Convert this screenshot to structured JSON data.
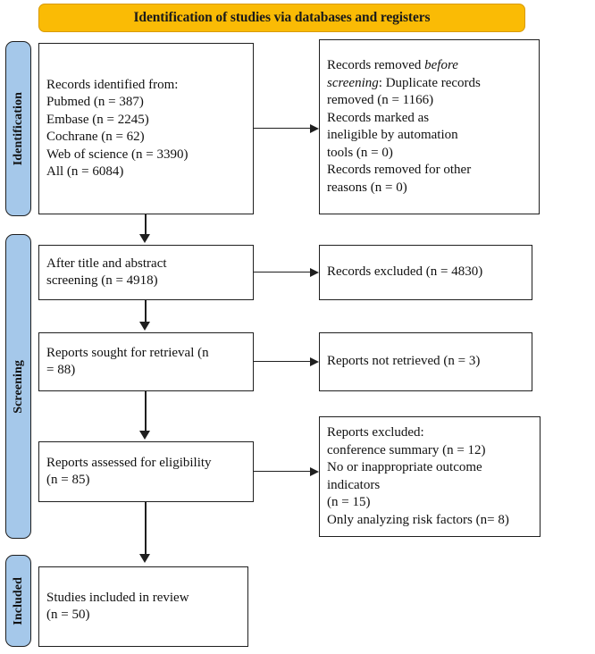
{
  "banner": {
    "title": "Identification of studies via databases and registers"
  },
  "rails": [
    {
      "id": "identification",
      "label": "Identification"
    },
    {
      "id": "screening",
      "label": "Screening"
    },
    {
      "id": "included",
      "label": "Included"
    }
  ],
  "boxes": {
    "identified": {
      "text": "Records identified from:\n    Pubmed (n = 387)\n    Embase (n = 2245)\n    Cochrane (n = 62)\n    Web of science (n = 3390)\n    All (n = 6084)"
    },
    "removed": {
      "line1_prefix": "Records removed ",
      "line1_italic": "before",
      "line2_italic": "screening",
      "line2_suffix": ":",
      "rest": "    Duplicate records\n    removed (n = 1166)\n    Records marked as\n    ineligible by automation\n    tools (n = 0)\n    Records removed for other\n    reasons (n = 0)"
    },
    "after_screening": {
      "text": "After title and abstract\nscreening (n = 4918)"
    },
    "records_excluded": {
      "text": "Records excluded (n = 4830)"
    },
    "reports_sought": {
      "text": "Reports sought for retrieval (n\n= 88)"
    },
    "not_retrieved": {
      "text": "Reports not retrieved (n = 3)"
    },
    "assessed": {
      "text": "Reports assessed for eligibility\n(n = 85)"
    },
    "reports_excluded": {
      "text": "Reports excluded:\nconference summary (n = 12)\nNo or inappropriate outcome indicators\n(n = 15)\nOnly analyzing risk factors  (n= 8)"
    },
    "included": {
      "text": "Studies included in review\n(n = 50)"
    }
  },
  "colors": {
    "banner_fill": "#FABB05",
    "rail_fill": "#A5C8EA",
    "box_border": "#1F1F1F",
    "text": "#111111"
  },
  "chart_data": {
    "type": "diagram",
    "title": "Identification of studies via databases and registers",
    "flow": "PRISMA 2020 flow diagram",
    "stages": [
      {
        "stage": "Identification",
        "nodes": [
          {
            "name": "Records identified from databases",
            "sources": [
              {
                "database": "Pubmed",
                "n": 387
              },
              {
                "database": "Embase",
                "n": 2245
              },
              {
                "database": "Cochrane",
                "n": 62
              },
              {
                "database": "Web of science",
                "n": 3390
              },
              {
                "database": "All",
                "n": 6084
              }
            ]
          },
          {
            "name": "Records removed before screening",
            "reasons": [
              {
                "reason": "Duplicate records removed",
                "n": 1166
              },
              {
                "reason": "Records marked as ineligible by automation tools",
                "n": 0
              },
              {
                "reason": "Records removed for other reasons",
                "n": 0
              }
            ]
          }
        ]
      },
      {
        "stage": "Screening",
        "nodes": [
          {
            "name": "After title and abstract screening",
            "n": 4918
          },
          {
            "name": "Records excluded",
            "n": 4830
          },
          {
            "name": "Reports sought for retrieval",
            "n": 88
          },
          {
            "name": "Reports not retrieved",
            "n": 3
          },
          {
            "name": "Reports assessed for eligibility",
            "n": 85
          },
          {
            "name": "Reports excluded",
            "reasons": [
              {
                "reason": "conference summary",
                "n": 12
              },
              {
                "reason": "No or inappropriate outcome indicators",
                "n": 15
              },
              {
                "reason": "Only analyzing risk factors",
                "n": 8
              }
            ]
          }
        ]
      },
      {
        "stage": "Included",
        "nodes": [
          {
            "name": "Studies included in review",
            "n": 50
          }
        ]
      }
    ]
  }
}
